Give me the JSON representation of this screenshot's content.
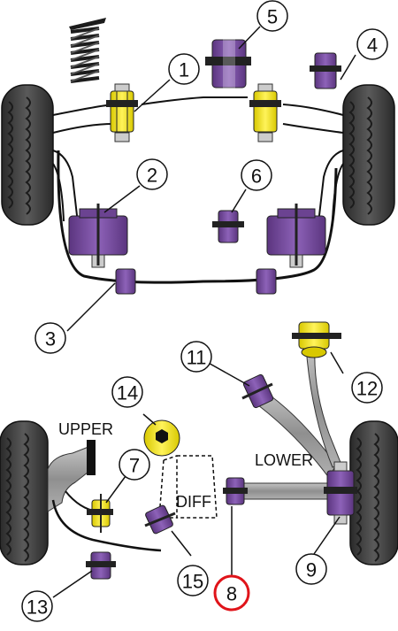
{
  "labels": {
    "upper": "UPPER",
    "lower": "LOWER",
    "diff": "DIFF"
  },
  "callouts": [
    "1",
    "2",
    "3",
    "4",
    "5",
    "6",
    "7",
    "8",
    "9",
    "11",
    "12",
    "13",
    "14",
    "15"
  ],
  "highlighted_callout": "8",
  "colors": {
    "bush_purple": "#7a4fa3",
    "bush_yellow": "#f3e600",
    "tyre": "#3d3d3d",
    "arm_grey": "#9a9a9a",
    "highlight_ring": "#e0141a",
    "line": "#111111"
  }
}
